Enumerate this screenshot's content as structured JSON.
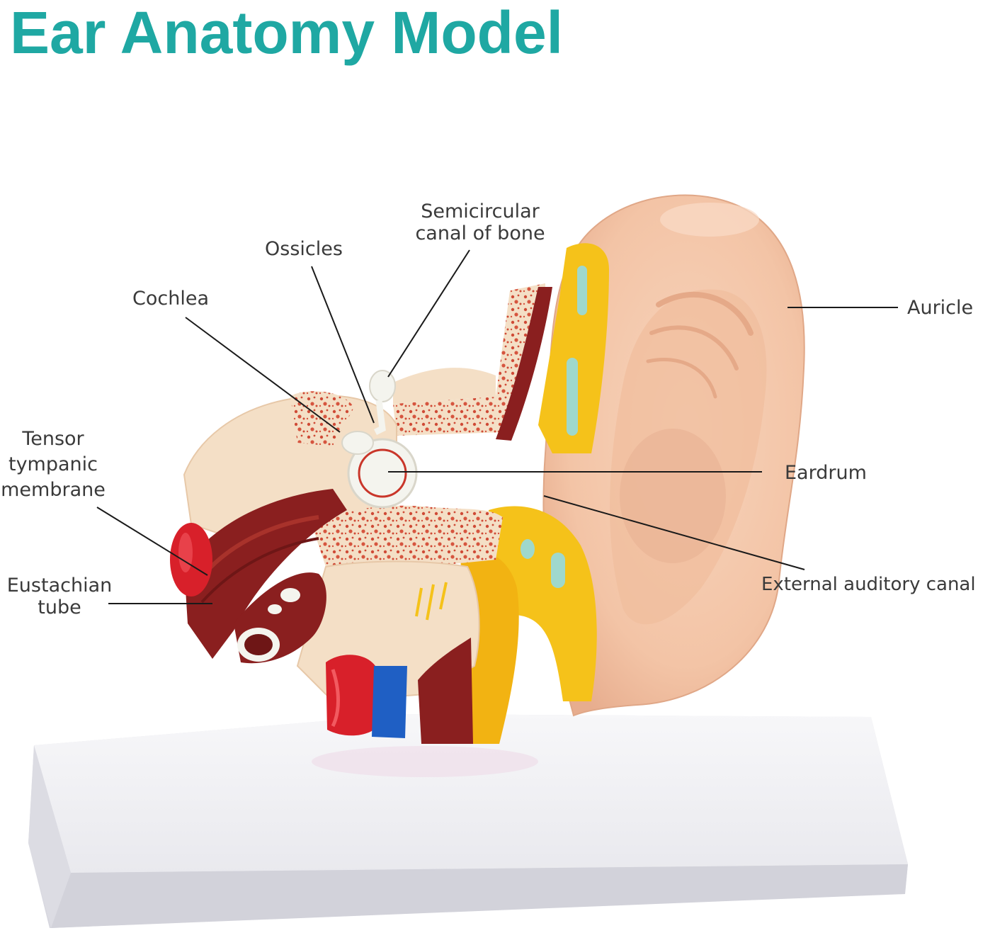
{
  "title": "Ear Anatomy Model",
  "colors": {
    "title": "#1fa8a3",
    "label_text": "#3a3a3a",
    "leader_line": "#1a1a1a",
    "skin": "#f3c4a6",
    "cartilage_yellow": "#f5c21a",
    "bone_cream": "#f4dfc6",
    "bone_red_speckle": "#c9362a",
    "muscle_dark_red": "#8a1f1f",
    "artery_red": "#d8202a",
    "vein_blue": "#1f5fc4",
    "ossicle_white": "#f4f4ee",
    "base_white": "#f2f2f4",
    "teal_spot": "#9fd8cc"
  },
  "labels": {
    "semicircular_line1": "Semicircular",
    "semicircular_line2": "canal of bone",
    "ossicles": "Ossicles",
    "cochlea": "Cochlea",
    "tensor_line1": "Tensor",
    "tensor_line2": "tympanic",
    "tensor_line3": "membrane",
    "eustachian_line1": "Eustachian",
    "eustachian_line2": "tube",
    "auricle": "Auricle",
    "eardrum": "Eardrum",
    "external_canal": "External auditory canal"
  }
}
